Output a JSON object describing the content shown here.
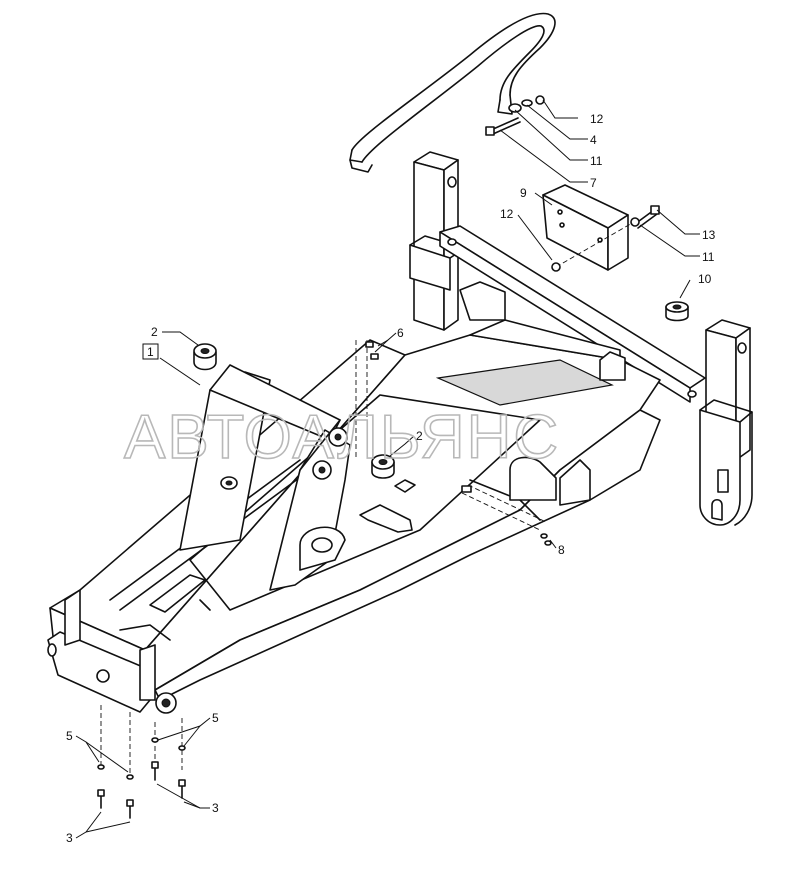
{
  "watermark": "АВТОАЛЬЯНС",
  "callouts": {
    "c1": "1",
    "c2a": "2",
    "c2b": "2",
    "c3a": "3",
    "c3b": "3",
    "c4": "4",
    "c5a": "5",
    "c5b": "5",
    "c6": "6",
    "c7": "7",
    "c8": "8",
    "c9": "9",
    "c10": "10",
    "c11a": "11",
    "c11b": "11",
    "c12a": "12",
    "c12b": "12",
    "c13": "13"
  }
}
